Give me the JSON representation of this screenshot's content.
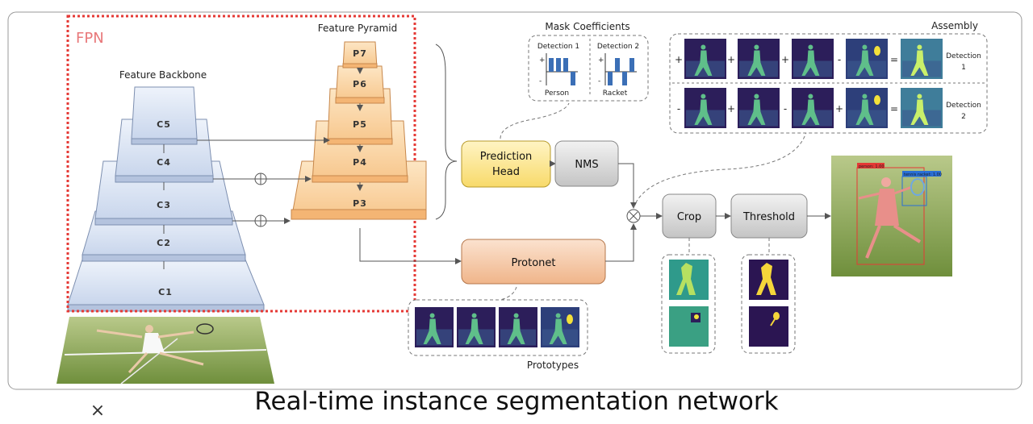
{
  "caption": "Real-time instance segmentation network",
  "close_glyph": "×",
  "fpn_label": "FPN",
  "backbone": {
    "title": "Feature Backbone",
    "levels": [
      "C5",
      "C4",
      "C3",
      "C2",
      "C1"
    ]
  },
  "pyramid": {
    "title": "Feature Pyramid",
    "levels": [
      "P7",
      "P6",
      "P5",
      "P4",
      "P3"
    ]
  },
  "blocks": {
    "prediction_head": [
      "Prediction",
      "Head"
    ],
    "nms": "NMS",
    "protonet": "Protonet",
    "crop": "Crop",
    "threshold": "Threshold",
    "combine_glyph": "⊗",
    "sum_glyph": "⊕"
  },
  "mask_coefficients": {
    "title": "Mask Coefficients",
    "detections": [
      {
        "label": "Detection 1",
        "class": "Person",
        "coefficients": [
          1,
          1,
          1,
          -1
        ]
      },
      {
        "label": "Detection 2",
        "class": "Racket",
        "coefficients": [
          -1,
          1,
          -1,
          1
        ]
      }
    ],
    "plus": "+",
    "minus": "-"
  },
  "assembly": {
    "title": "Assembly",
    "rows": [
      {
        "signs": [
          "+",
          "+",
          "+",
          "-",
          "="
        ],
        "label": [
          "Detection",
          "1"
        ]
      },
      {
        "signs": [
          "-",
          "+",
          "-",
          "+",
          "="
        ],
        "label": [
          "Detection",
          "2"
        ]
      }
    ]
  },
  "prototypes_label": "Prototypes",
  "detections_overlay": {
    "person": "person: 1.00",
    "racket": "tennis racket: 1.00"
  },
  "colors": {
    "backbone_fill": "#dfe8f7",
    "pyramid_fill": "#fbd9a8",
    "prediction_fill": "#fde9a0",
    "gray_fill": "#d6d6d6",
    "protonet_fill": "#f6c9a6",
    "fpn_border": "#e53935",
    "bar_color": "#3b6fb6"
  }
}
